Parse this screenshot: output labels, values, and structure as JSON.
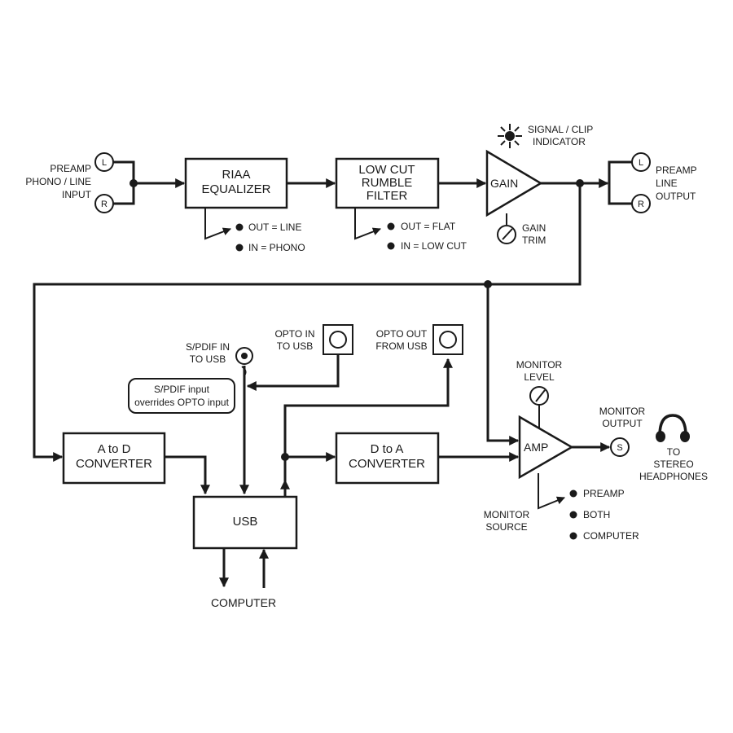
{
  "input": {
    "line1": "PREAMP",
    "line2": "PHONO / LINE",
    "line3": "INPUT",
    "jack_l": "L",
    "jack_r": "R"
  },
  "riaa": {
    "line1": "RIAA",
    "line2": "EQUALIZER",
    "opt_out": "OUT = LINE",
    "opt_in": "IN = PHONO"
  },
  "lowcut": {
    "line1": "LOW  CUT",
    "line2": "RUMBLE",
    "line3": "FILTER",
    "opt_out": "OUT = FLAT",
    "opt_in": "IN = LOW CUT"
  },
  "gain": {
    "label": "GAIN",
    "trim1": "GAIN",
    "trim2": "TRIM",
    "clip1": "SIGNAL / CLIP",
    "clip2": "INDICATOR"
  },
  "output": {
    "line1": "PREAMP",
    "line2": "LINE",
    "line3": "OUTPUT",
    "jack_l": "L",
    "jack_r": "R"
  },
  "spdif": {
    "line1": "S/PDIF IN",
    "line2": "TO USB",
    "note1": "S/PDIF input",
    "note2": "overrides OPTO input"
  },
  "opto_in": {
    "line1": "OPTO IN",
    "line2": "TO USB"
  },
  "opto_out": {
    "line1": "OPTO OUT",
    "line2": "FROM USB"
  },
  "adc": {
    "line1": "A to D",
    "line2": "CONVERTER"
  },
  "dac": {
    "line1": "D to A",
    "line2": "CONVERTER"
  },
  "usb": {
    "label": "USB",
    "computer": "COMPUTER"
  },
  "monitor": {
    "level1": "MONITOR",
    "level2": "LEVEL",
    "amp": "AMP",
    "out1": "MONITOR",
    "out2": "OUTPUT",
    "jack": "S",
    "head1": "TO",
    "head2": "STEREO",
    "head3": "HEADPHONES",
    "src1": "MONITOR",
    "src2": "SOURCE",
    "opt_preamp": "PREAMP",
    "opt_both": "BOTH",
    "opt_computer": "COMPUTER"
  }
}
